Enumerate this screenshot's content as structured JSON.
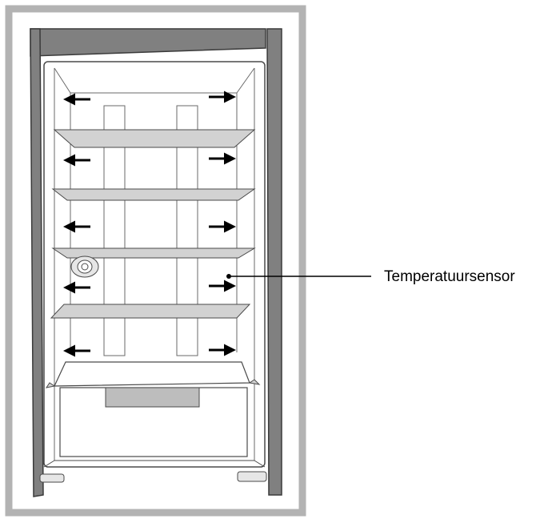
{
  "callout": {
    "label": "Temperatuursensor"
  },
  "colors": {
    "frame_border": "#b3b3b3",
    "door_edge": "#808080",
    "shelf_fill": "#d2d2d2",
    "drawer_panel": "#bdbdbd",
    "line": "#4a4a4a",
    "arrow": "#000000"
  },
  "diagram": {
    "shelf_count": 4,
    "air_arrows_per_side": 5,
    "drawer_count": 1
  }
}
